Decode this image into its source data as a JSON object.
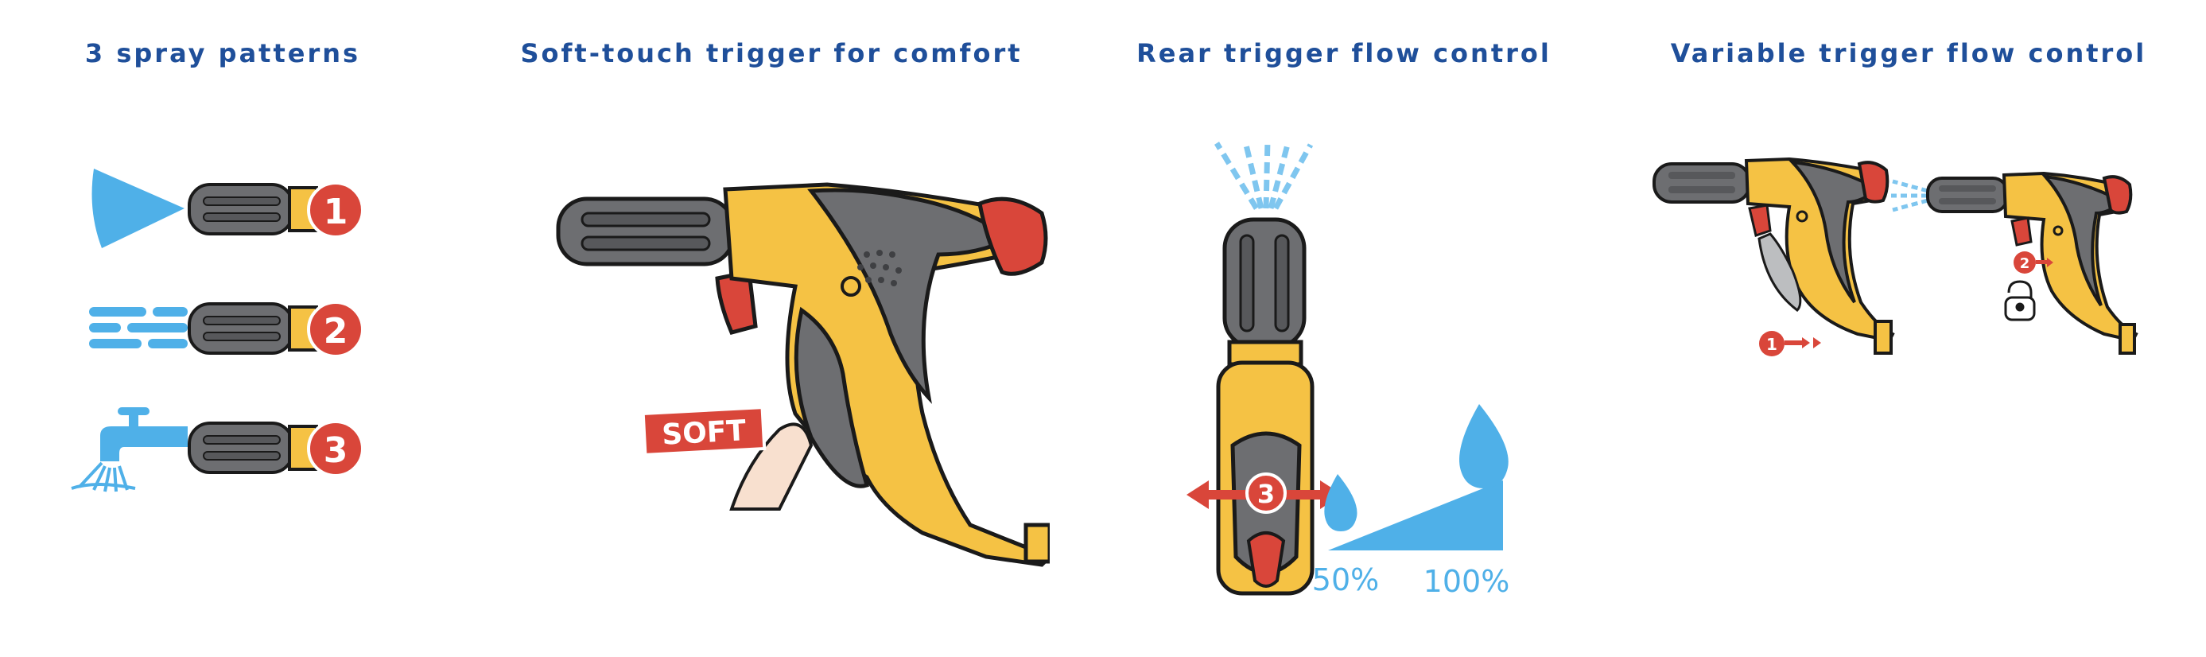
{
  "panels": [
    {
      "title": "3 spray patterns",
      "badges": [
        "1",
        "2",
        "3"
      ]
    },
    {
      "title": "Soft-touch trigger for comfort",
      "tag": "SOFT"
    },
    {
      "title": "Rear trigger flow control",
      "badge": "3",
      "flow_low": "50%",
      "flow_high": "100%"
    },
    {
      "title": "Variable trigger flow control",
      "badges": [
        "1",
        "2"
      ]
    }
  ],
  "colors": {
    "title": "#1f4f9a",
    "nozzle_grey": "#6d6e71",
    "body_yellow": "#f5c244",
    "badge_red": "#d9463a",
    "water_blue": "#4fb0e8",
    "outline": "#1a1a1a"
  }
}
